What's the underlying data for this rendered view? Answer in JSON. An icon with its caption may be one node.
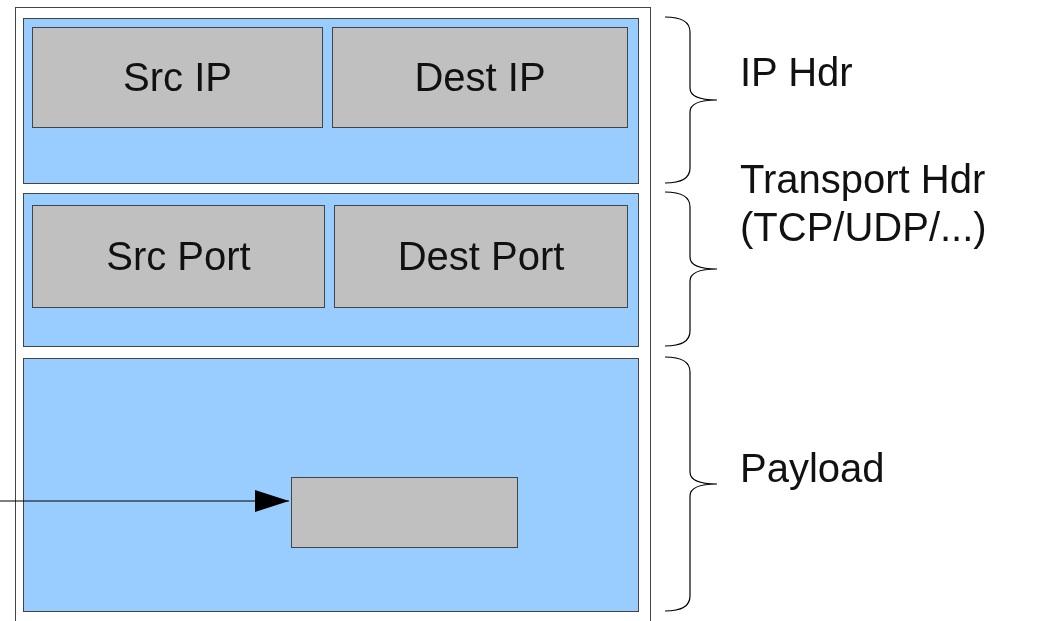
{
  "diagram": {
    "nodes": [
      {
        "text": [],
        "shape": "box"
      },
      {
        "text": [],
        "shape": "box",
        "in": 0,
        "beside": [
          "IP Hdr"
        ]
      },
      {
        "text": [
          "Src IP"
        ],
        "in": 1
      },
      {
        "text": [
          "Dest IP"
        ],
        "in": 1
      },
      {
        "text": [],
        "shape": "box",
        "in": 0,
        "beside": [
          "Transport Hdr (TCP/UDP/...)"
        ]
      },
      {
        "text": [
          "Src Port"
        ],
        "in": 4
      },
      {
        "text": [
          "Dest Port"
        ],
        "in": 4
      },
      {
        "text": [],
        "shape": "box",
        "in": 0,
        "beside": [
          "Payload"
        ]
      },
      {
        "text": [],
        "shape": "box",
        "in": 7
      }
    ],
    "edges": [
      {
        "from": null,
        "to": 8,
        "arrow": "to"
      }
    ]
  }
}
